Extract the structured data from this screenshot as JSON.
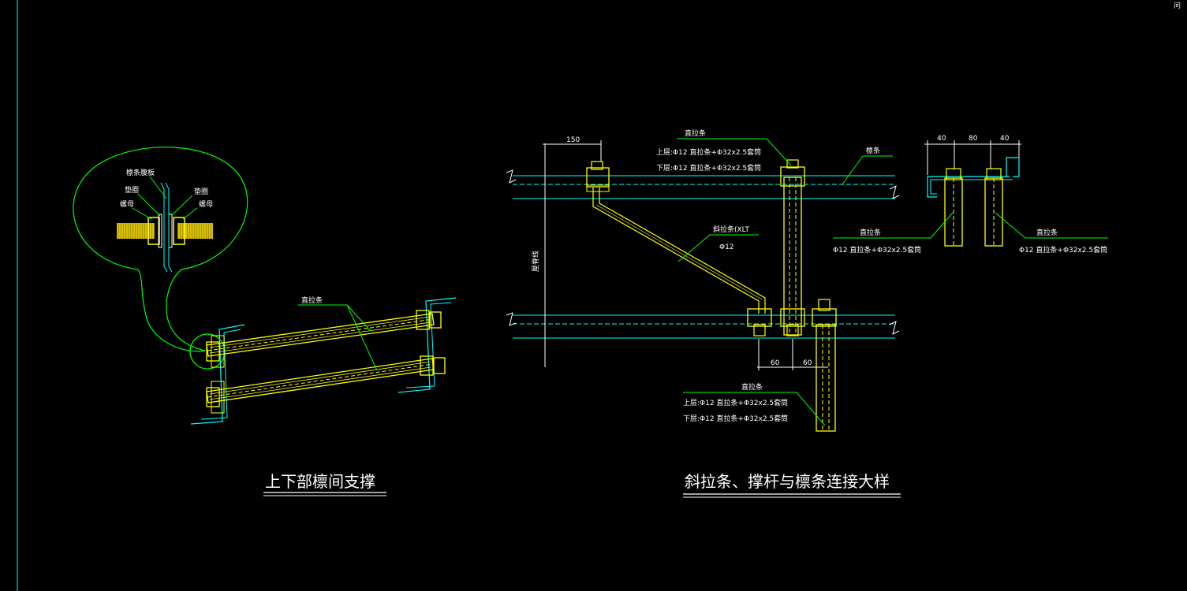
{
  "drawing": {
    "colors": {
      "background": "#000000",
      "rod": "#ffff00",
      "leader": "#00ff00",
      "purlin": "#00ffff",
      "text": "#ffffff",
      "nut": "#ffff00",
      "corner": "#ffffff"
    },
    "corner_text": "问",
    "left_detail": {
      "title": "上下部檩间支撑",
      "rod_label": "直拉条",
      "bubble": {
        "label_purlin_web": "檩条腹板",
        "label_washer_left": "垫圈",
        "label_washer_right": "垫圈",
        "label_nut_left": "螺母",
        "label_nut_right": "螺母"
      }
    },
    "right_detail": {
      "title": "斜拉条、撑杆与檩条连接大样",
      "dim_150": "150",
      "dim_60a": "60",
      "dim_60b": "60",
      "dim_40a": "40",
      "dim_80": "80",
      "dim_40b": "40",
      "purlin_label": "檩条",
      "ridge_label": "屋脊线",
      "top_rod": {
        "name": "直拉条",
        "upper": "上层:Φ12 直拉条+Φ32x2.5套筒",
        "lower": "下层:Φ12 直拉条+Φ32x2.5套筒"
      },
      "diag_rod": {
        "name": "斜拉条(XLT",
        "size": "Φ12"
      },
      "bottom_rod": {
        "name": "直拉条",
        "upper": "上层:Φ12 直拉条+Φ32x2.5套筒",
        "lower": "下层:Φ12 直拉条+Φ32x2.5套筒"
      },
      "section_left": {
        "name": "直拉条",
        "spec": "Φ12 直拉条+Φ32x2.5套筒"
      },
      "section_right": {
        "name": "直拉条",
        "spec": "Φ12 直拉条+Φ32x2.5套筒"
      }
    }
  }
}
